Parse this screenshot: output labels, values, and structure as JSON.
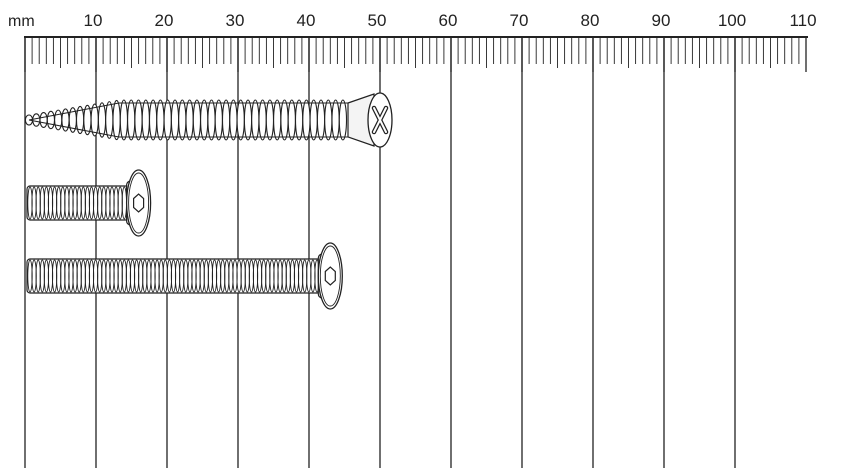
{
  "ruler": {
    "unit": "mm",
    "min": 0,
    "max": 110,
    "major_step": 10,
    "minor_step": 1,
    "labels": [
      "10",
      "20",
      "30",
      "40",
      "50",
      "60",
      "70",
      "80",
      "90",
      "100",
      "110"
    ]
  },
  "colors": {
    "ink": "#222222",
    "paper": "#ffffff",
    "head_fill": "#f4f4f4"
  },
  "screws": [
    {
      "id": "countersunk-wood-screw",
      "head": "countersunk",
      "drive": "phillips-icon",
      "length_mm": 50
    },
    {
      "id": "short-hex-socket-screw",
      "head": "pan",
      "drive": "hex-socket-icon",
      "length_mm": 16
    },
    {
      "id": "long-hex-socket-screw",
      "head": "pan",
      "drive": "hex-socket-icon",
      "length_mm": 43
    }
  ]
}
